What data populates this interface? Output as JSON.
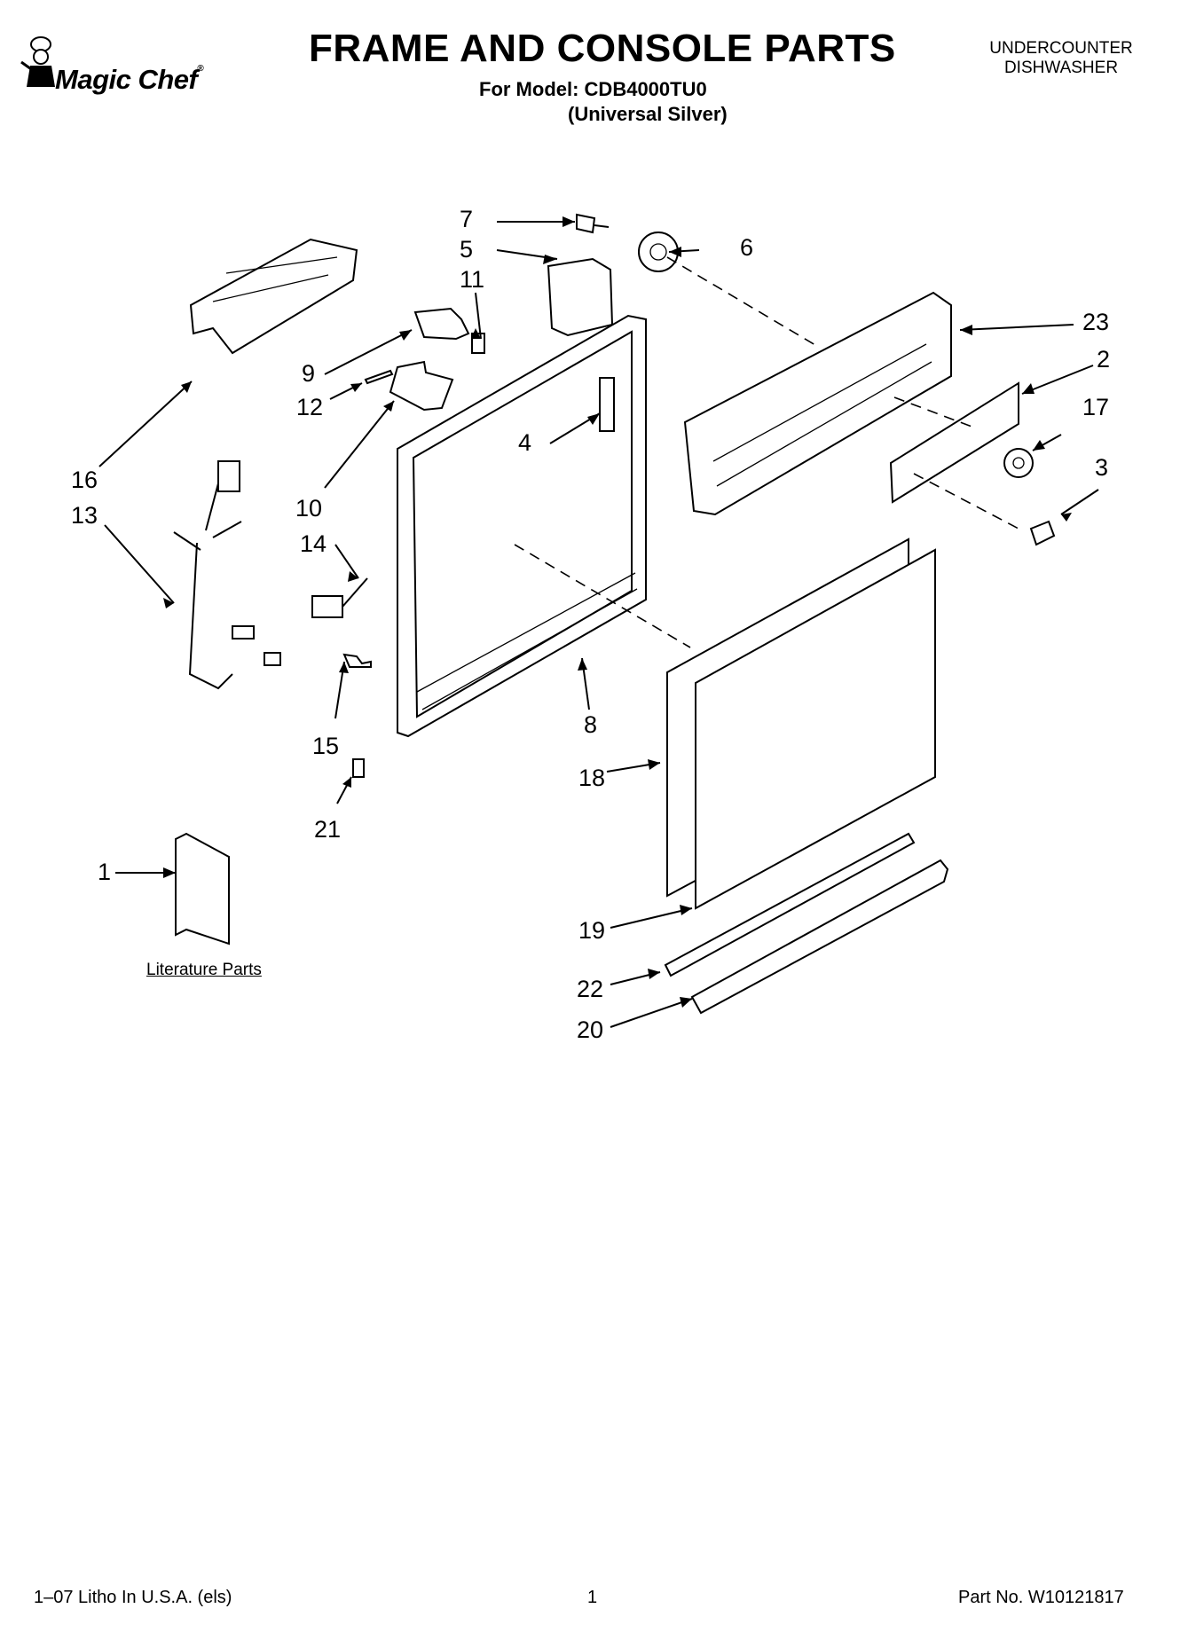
{
  "header": {
    "brand": "Magic Chef",
    "title": "FRAME AND CONSOLE PARTS",
    "model": "For Model: CDB4000TU0",
    "variant": "(Universal Silver)",
    "category_line1": "UNDERCOUNTER",
    "category_line2": "DISHWASHER"
  },
  "callouts": [
    "1",
    "2",
    "3",
    "4",
    "5",
    "6",
    "7",
    "8",
    "9",
    "10",
    "11",
    "12",
    "13",
    "14",
    "15",
    "16",
    "17",
    "18",
    "19",
    "20",
    "21",
    "22",
    "23"
  ],
  "literature_label": "Literature Parts",
  "footer": {
    "litho": "1–07 Litho In U.S.A. (els)",
    "page": "1",
    "part_no": "Part No. W10121817"
  }
}
